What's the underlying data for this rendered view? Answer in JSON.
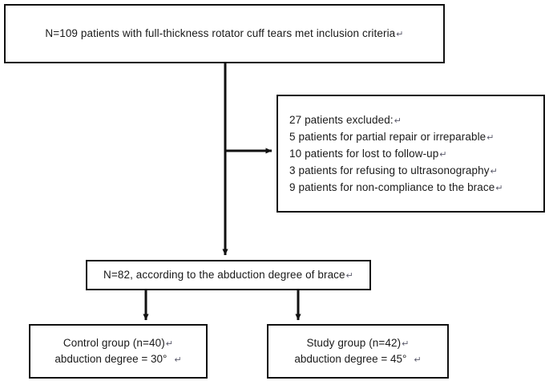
{
  "diagram": {
    "title": "Patient enrollment flow diagram",
    "type": "flowchart",
    "return_mark": "↵",
    "colors": {
      "box_border": "#111111",
      "box_fill": "#ffffff",
      "connector": "#111111",
      "text": "#1a1a1a",
      "return_mark": "#5a5a6a"
    },
    "nodes": {
      "enrolled": {
        "id": "enrolled",
        "lines": [
          "N=109 patients with full-thickness rotator cuff tears met inclusion criteria"
        ]
      },
      "excluded": {
        "id": "excluded",
        "lines": [
          "27 patients excluded:",
          "5 patients for partial repair or irreparable",
          "10 patients for lost to follow-up",
          "3 patients for refusing to ultrasonography",
          "9 patients for non-compliance to the brace"
        ]
      },
      "allocated": {
        "id": "allocated",
        "lines": [
          "N=82, according to the abduction degree of brace"
        ]
      },
      "control": {
        "id": "control",
        "lines": [
          "Control group (n=40)",
          "abduction degree = 30°"
        ]
      },
      "study": {
        "id": "study",
        "lines": [
          "Study group (n=42)",
          "abduction degree = 45°"
        ]
      }
    },
    "edges": [
      {
        "id": "enrolled-to-allocated",
        "from": "enrolled",
        "to": "allocated",
        "arrow": true
      },
      {
        "id": "enrolled-to-excluded",
        "from": "enrolled",
        "to": "excluded",
        "arrow": true
      },
      {
        "id": "allocated-to-control",
        "from": "allocated",
        "to": "control",
        "arrow": true
      },
      {
        "id": "allocated-to-study",
        "from": "allocated",
        "to": "study",
        "arrow": true
      }
    ]
  }
}
